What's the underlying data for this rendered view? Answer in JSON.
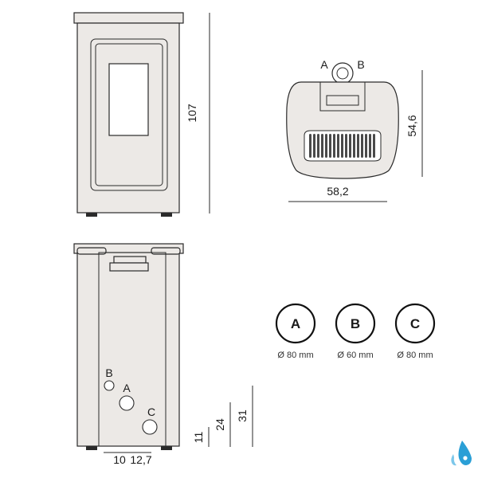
{
  "front_view": {
    "height_label": "107"
  },
  "top_view": {
    "width_label": "58,2",
    "depth_label": "54,6",
    "port_a": "A",
    "port_b": "B"
  },
  "rear_view": {
    "port_labels": {
      "a": "A",
      "b": "B",
      "c": "C"
    },
    "horizontal_dims": {
      "first": "10",
      "second": "12,7"
    },
    "vertical_dims": {
      "first": "11",
      "second": "24",
      "third": "31"
    }
  },
  "legend": [
    {
      "letter": "A",
      "diameter": "Ø 80 mm"
    },
    {
      "letter": "B",
      "diameter": "Ø 60 mm"
    },
    {
      "letter": "C",
      "diameter": "Ø 80 mm"
    }
  ],
  "colors": {
    "body": "#ece9e6",
    "stroke": "#2a2a2a",
    "brand": "#2a9fd6"
  },
  "brand_icon": "water-drop-icon"
}
